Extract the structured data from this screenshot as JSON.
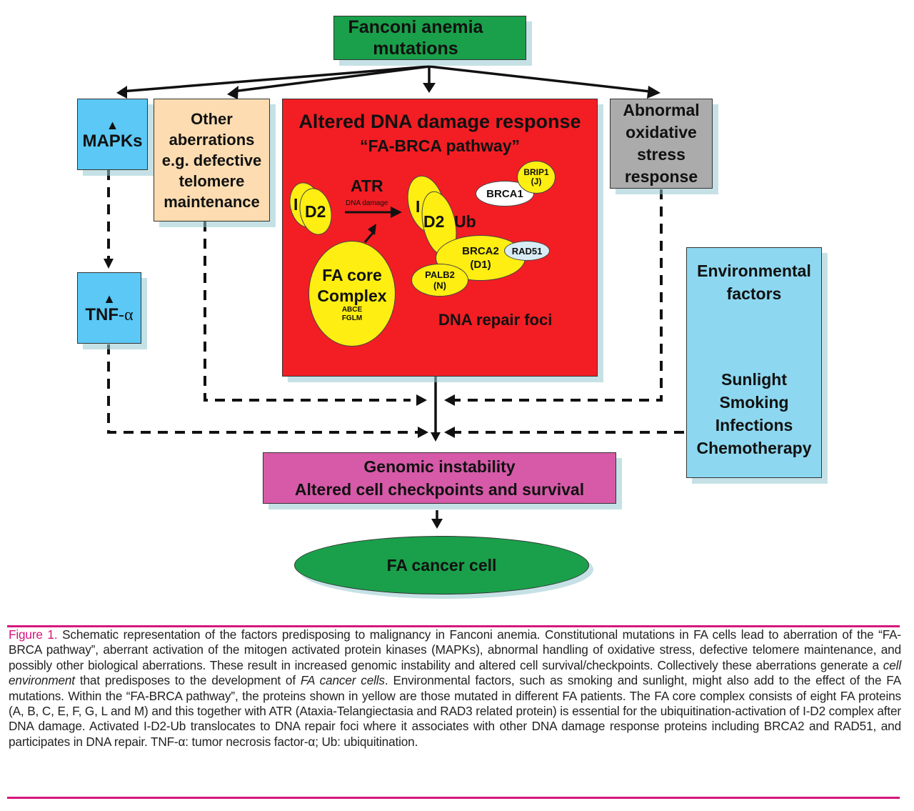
{
  "colors": {
    "top_box": "#1aa04a",
    "mapk_box": "#5bc8f5",
    "other_box": "#fcdcb0",
    "red_box": "#f21e24",
    "oxidative_box": "#ababab",
    "environment_box": "#8dd8f0",
    "genomic_box": "#d65aa8",
    "cancer_cell": "#1aa04a",
    "protein_yellow": "#ffee11",
    "brca1": "#ffffff",
    "rad51": "#d8ecf5",
    "caption_accent": "#d6167d"
  },
  "diagram": {
    "top": {
      "line1": "Fanconi anemia",
      "line2": "mutations"
    },
    "mapks": {
      "arrow_glyph": "▲",
      "label": "MAPKs"
    },
    "tnf": {
      "arrow_glyph": "▲",
      "label_main": "TNF",
      "label_suffix": "-α"
    },
    "other": {
      "lines": [
        "Other",
        "aberrations",
        "e.g. defective",
        "telomere",
        "maintenance"
      ]
    },
    "dna_response": {
      "title": "Altered DNA damage response",
      "subtitle": "“FA-BRCA pathway”",
      "i_left": "I",
      "d2_left": "D2",
      "atr": "ATR",
      "dna_damage": "DNA damage",
      "i_right": "I",
      "d2_right": "D2",
      "ub": "Ub",
      "brca1": "BRCA1",
      "brip1": "BRIP1",
      "brip1_sub": "(J)",
      "brca2": "BRCA2",
      "brca2_sub": "(D1)",
      "rad51": "RAD51",
      "palb2": "PALB2",
      "palb2_sub": "(N)",
      "core_line1": "FA core",
      "core_line2": "Complex",
      "core_sub1": "ABCE",
      "core_sub2": "FGLM",
      "repair_foci": "DNA repair foci"
    },
    "oxidative": {
      "lines": [
        "Abnormal",
        "oxidative",
        "stress",
        "response"
      ]
    },
    "environment": {
      "title_line1": "Environmental",
      "title_line2": "factors",
      "items": [
        "Sunlight",
        "Smoking",
        "Infections",
        "Chemotherapy"
      ]
    },
    "genomic": {
      "line1": "Genomic instability",
      "line2": "Altered cell checkpoints and survival"
    },
    "cancer_cell": {
      "label": "FA cancer cell"
    }
  },
  "caption": {
    "figure_label": "Figure 1.",
    "seg1": " Schematic representation of the factors predisposing to malignancy in Fanconi anemia. Constitutional mutations in FA cells lead to aberration of the “FA-BRCA pathway”, aberrant activation of the mitogen activated protein kinases (MAPKs), abnormal handling of oxidative stress, defective telomere maintenance, and possibly other biological aberrations. These result in increased genomic instability and altered cell survival/checkpoints. Collectively these aberrations generate a ",
    "italic1": "cell environment",
    "seg2": " that predisposes to the development of ",
    "italic2": "FA cancer cells",
    "seg3": ". Environmental factors, such as smoking and sunlight, might also add to the effect of the FA mutations. Within the “FA-BRCA pathway”, the proteins shown in yellow are those mutated in different FA patients. The FA core complex consists of eight FA proteins (A, B, C, E, F, G, L and M) and this together with ATR (Ataxia-Telangiectasia and RAD3 related protein) is essential for the ubiquitination-activation of I-D2 complex after DNA damage. Activated I-D2-Ub translocates to DNA repair foci where it associates with other DNA damage response proteins including BRCA2 and RAD51, and participates in DNA repair. TNF-α: tumor necrosis factor-α; Ub: ubiquitination."
  }
}
